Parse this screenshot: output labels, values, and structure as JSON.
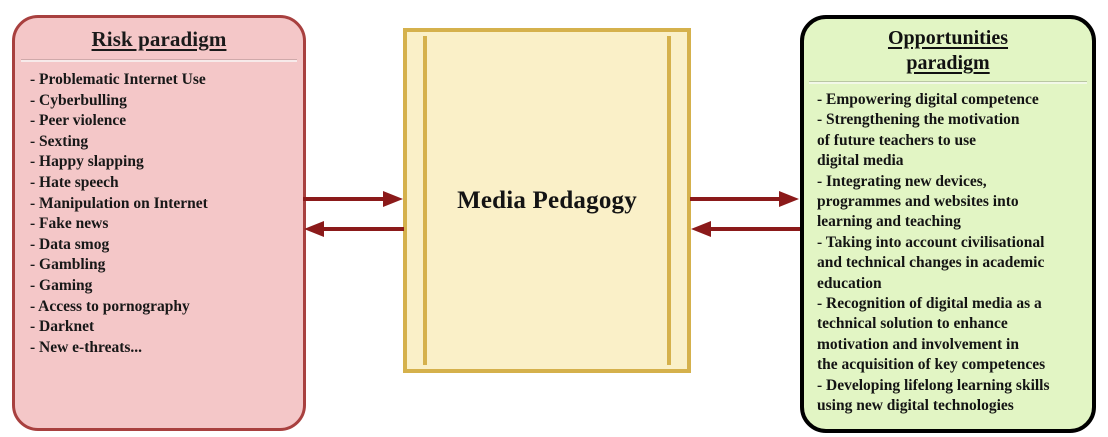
{
  "diagram": {
    "left_panel": {
      "title": "Risk paradigm",
      "items": [
        "- Problematic Internet Use",
        "- Cyberbulling",
        "- Peer violence",
        "- Sexting",
        "- Happy slapping",
        "- Hate speech",
        "- Manipulation on Internet",
        "- Fake news",
        "- Data smog",
        "- Gambling",
        "- Gaming",
        "- Access to pornography",
        "- Darknet",
        "- New e-threats..."
      ],
      "fill_color": "#F4C7C8",
      "border_color": "#A8403F"
    },
    "center_node": {
      "label": "Media Pedagogy",
      "fill_color": "#FAF0C8",
      "border_color": "#D5B14C"
    },
    "right_panel": {
      "title_line1": "Opportunities ",
      "title_line2": "paradigm",
      "items": [
        "- Empowering digital competence",
        "- Strengthening the motivation",
        "of future teachers to use",
        "digital media",
        "- Integrating new devices,",
        "programmes and websites into",
        "learning and teaching",
        "- Taking into account civilisational",
        "and technical changes in academic",
        "education",
        "- Recognition of digital media as a",
        "technical solution to enhance",
        "motivation and involvement in",
        "the acquisition of key competences",
        "- Developing lifelong learning skills",
        "using new digital technologies"
      ],
      "fill_color": "#E2F5C4",
      "border_color": "#000000"
    },
    "connectors": {
      "color": "#8B1A1A",
      "risk_to_media": "arrow-right",
      "media_to_risk": "arrow-left",
      "media_to_opportunities": "arrow-right",
      "opportunities_to_media": "arrow-left"
    }
  }
}
